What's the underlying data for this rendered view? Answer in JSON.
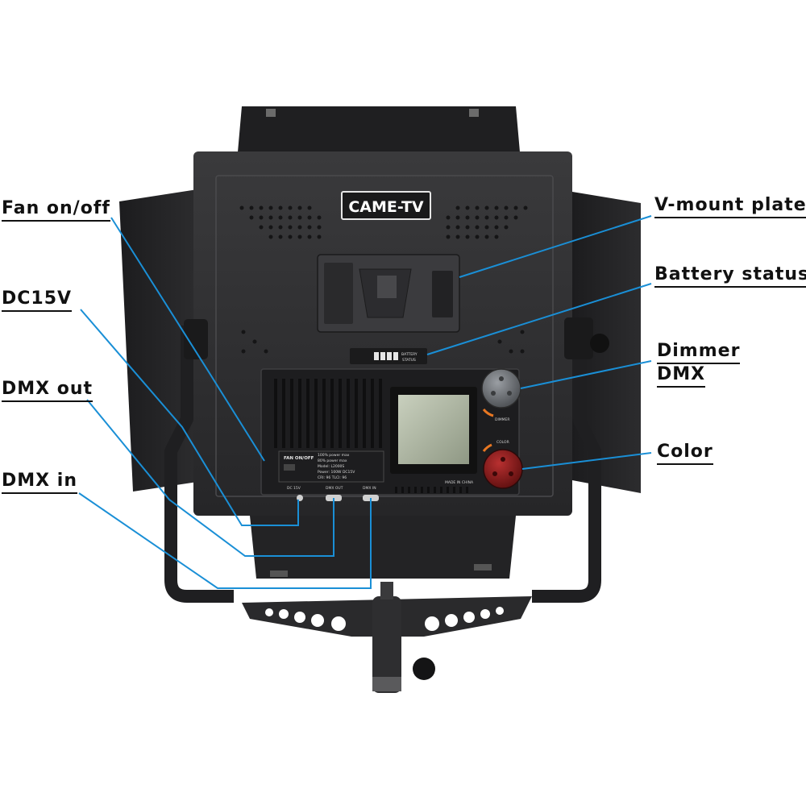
{
  "product": {
    "brand_logo": "CAME-TV",
    "panel_label": {
      "fan": "FAN ON/OFF",
      "power_100": "100% power max",
      "power_80": "80% power max",
      "model": "Model: L2000S",
      "power": "Power: 100W DC15V",
      "cri": "CRI: 96   TLCI: 96",
      "made_in": "MADE IN CHINA"
    },
    "port_labels": {
      "dc": "DC 15V",
      "dmx_out": "DMX OUT",
      "dmx_in": "DMX IN"
    },
    "battery_label_1": "BATTERY",
    "battery_label_2": "STATUS",
    "dimmer_label": "DIMMER",
    "color_label": "COLOR"
  },
  "callouts": {
    "fan": "Fan on/off",
    "dc15v": "DC15V",
    "dmx_out": "DMX out",
    "dmx_in": "DMX in",
    "vmount": "V-mount plate",
    "battery": "Battery status",
    "dimmer_line1": "Dimmer",
    "dimmer_line2": "DMX",
    "color": "Color"
  },
  "colors": {
    "callout_line": "#1a8fd6",
    "body": "#2b2b2d",
    "knob_red": "#8a1a1a"
  }
}
